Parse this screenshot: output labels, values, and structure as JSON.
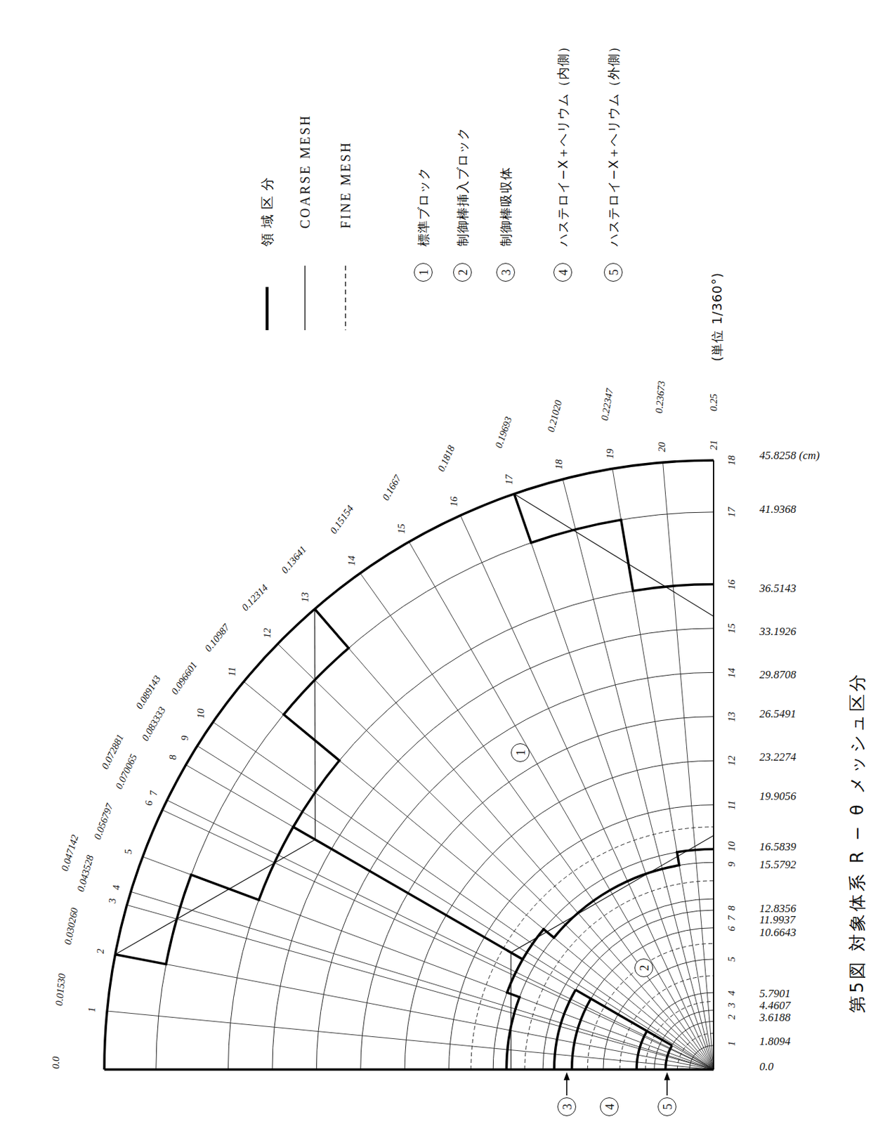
{
  "diagram": {
    "caption": "第5図 対象体系 R − θ メッシュ区分",
    "nodes": [
      {
        "text": [
          "1"
        ]
      },
      {
        "text": [
          "2"
        ]
      },
      {
        "text": [
          "3"
        ]
      },
      {
        "text": [
          "4"
        ]
      },
      {
        "text": [
          "5"
        ]
      },
      {
        "text": [
          "1"
        ]
      },
      {
        "text": [
          "2"
        ]
      },
      {
        "text": [
          "3"
        ]
      },
      {
        "text": [
          "4"
        ]
      },
      {
        "text": [
          "5"
        ]
      }
    ],
    "labels": [
      "0.0",
      "0.01530",
      "0.030260",
      "0.043528",
      "0.047142",
      "0.056797",
      "0.070065",
      "0.072881",
      "0.083333",
      "0.089143",
      "0.096601",
      "0.10987",
      "0.12314",
      "0.13641",
      "0.15154",
      "0.1667",
      "0.1818",
      "0.19693",
      "0.21020",
      "0.22347",
      "0.23673",
      "0.25",
      "1",
      "2",
      "3",
      "4",
      "5",
      "6",
      "7",
      "8",
      "9",
      "10",
      "11",
      "12",
      "13",
      "14",
      "15",
      "16",
      "17",
      "18",
      "19",
      "20",
      "21",
      "1",
      "2",
      "3",
      "4",
      "5",
      "6",
      "7",
      "8",
      "9",
      "10",
      "11",
      "12",
      "13",
      "14",
      "15",
      "16",
      "17",
      "18",
      "0.0",
      "1.8094",
      "3.6188",
      "4.4607",
      "5.7901",
      "10.6643",
      "11.9937",
      "12.8356",
      "15.5792",
      "16.5839",
      "19.9056",
      "23.2274",
      "26.5491",
      "29.8708",
      "33.1926",
      "36.5143",
      "41.9368",
      "45.8258 (cm)",
      "(単位 1/360°)",
      "標準ブロック",
      "制御棒挿入ブロック",
      "制御棒吸収体",
      "ハステロイ−X＋ヘリウム（内側）",
      "ハステロイ−X＋ヘリウム（外側）"
    ],
    "legend": [
      {
        "text": "領域区分"
      },
      {
        "text": "COARSE MESH"
      },
      {
        "text": "FINE MESH"
      }
    ]
  }
}
